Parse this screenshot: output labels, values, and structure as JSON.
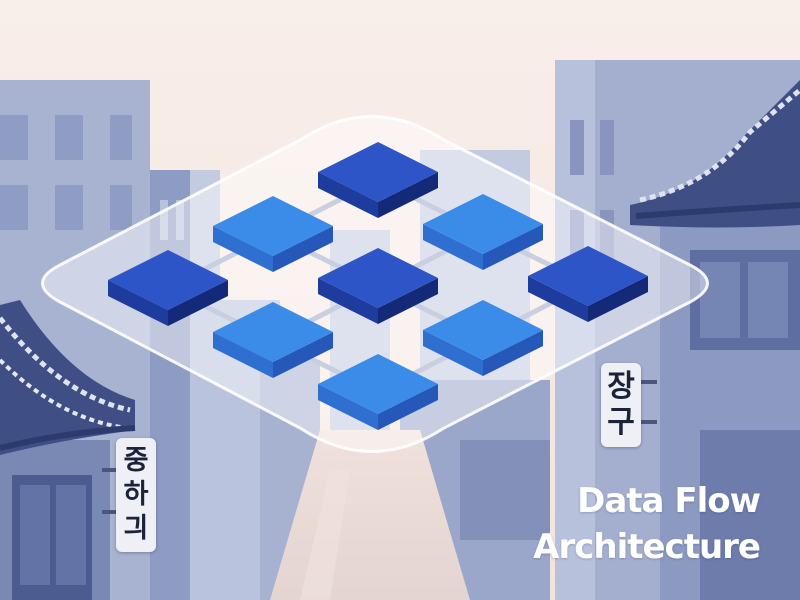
{
  "scene": {
    "headline": {
      "line1": "Data Flow",
      "line2": "Architecture"
    },
    "sign_left": [
      "중",
      "하",
      "긔"
    ],
    "sign_right": [
      "장",
      "구"
    ],
    "colors": {
      "sky": "#f7ece8",
      "building": "#a9b4d2",
      "building_dark": "#7f8db6",
      "roof": "#3f4f86",
      "cube_bright": "#3a8ce8",
      "cube_deep": "#2d55c8",
      "cube_shadow": "#142a78",
      "platform": "#ffffff"
    },
    "grid": {
      "rows": 3,
      "columns": 3,
      "cube_count": 9
    }
  }
}
